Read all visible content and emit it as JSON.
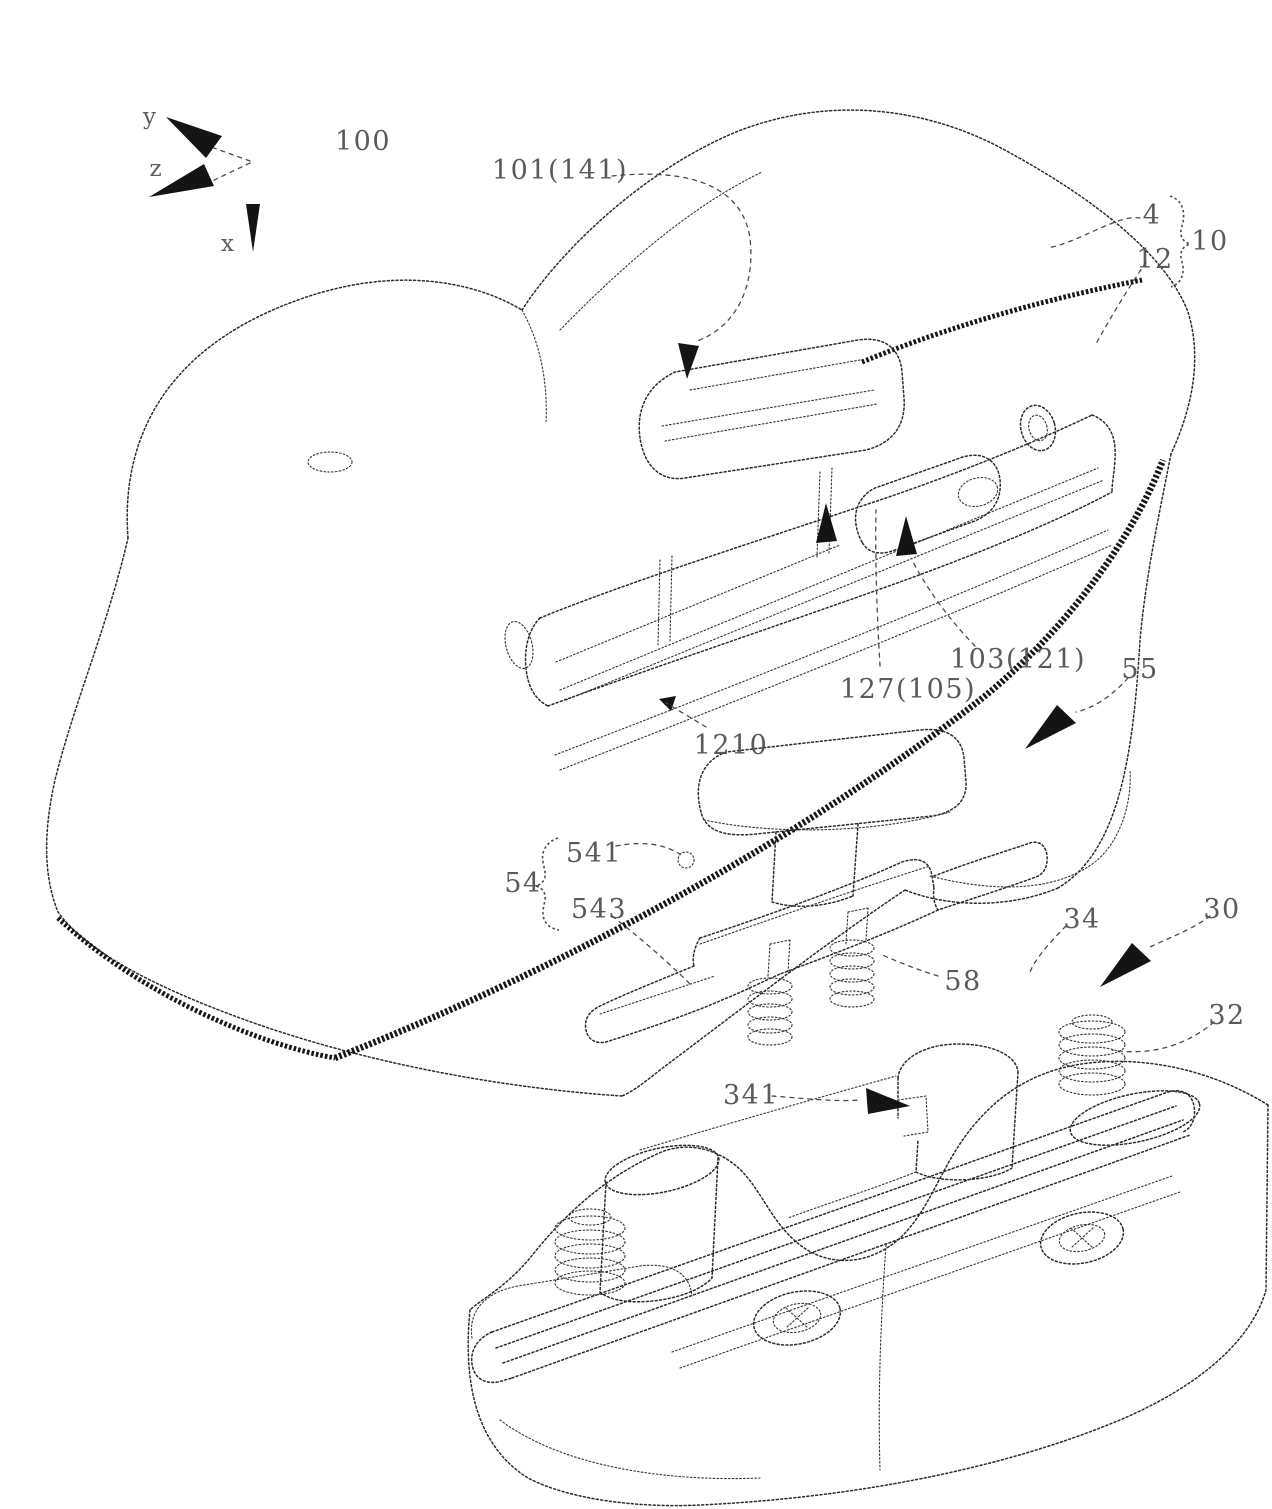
{
  "figure": {
    "kind": "patent exploded-view line drawing",
    "subject": "pointing-device housing with side slider-button assembly",
    "ink_color": "#2b2b2b",
    "label_color": "#4d4d4d",
    "background_color": "#ffffff",
    "axis_indicator": {
      "labels": [
        "y",
        "z",
        "x"
      ]
    },
    "reference_labels": [
      {
        "ref": "100"
      },
      {
        "ref": "101(141)"
      },
      {
        "ref": "4"
      },
      {
        "ref": "10"
      },
      {
        "ref": "12"
      },
      {
        "ref": "103(121)"
      },
      {
        "ref": "127(105)"
      },
      {
        "ref": "55"
      },
      {
        "ref": "1210"
      },
      {
        "ref": "541"
      },
      {
        "ref": "54"
      },
      {
        "ref": "543"
      },
      {
        "ref": "34"
      },
      {
        "ref": "30"
      },
      {
        "ref": "58"
      },
      {
        "ref": "32"
      },
      {
        "ref": "341"
      }
    ]
  }
}
